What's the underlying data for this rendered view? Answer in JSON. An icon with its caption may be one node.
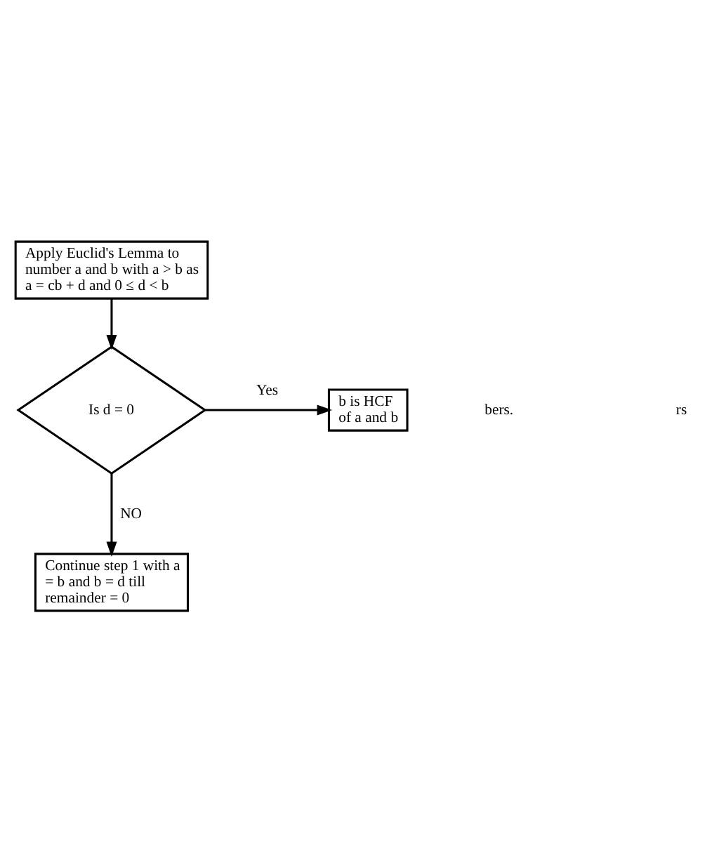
{
  "diagram": {
    "nodes": [
      {
        "text": [
          "Apply Euclid's Lemma to number a and b with a > b as a = cb + d and 0 ≤ d < b"
        ]
      },
      {
        "text": [
          "Is d = 0"
        ]
      },
      {
        "text": [
          "b is HCF of a and b"
        ]
      },
      {
        "text": [
          "Continue step 1 with a = b and b = d till remainder = 0"
        ]
      }
    ],
    "edges": [
      {
        "from": 0,
        "to": 1,
        "arrow": "to"
      },
      {
        "from": 1,
        "to": 2,
        "arrow": "to",
        "label": "Yes"
      },
      {
        "from": 1,
        "to": 3,
        "arrow": "to",
        "label": "NO"
      }
    ],
    "labels": [
      "bers.",
      "rs"
    ]
  }
}
